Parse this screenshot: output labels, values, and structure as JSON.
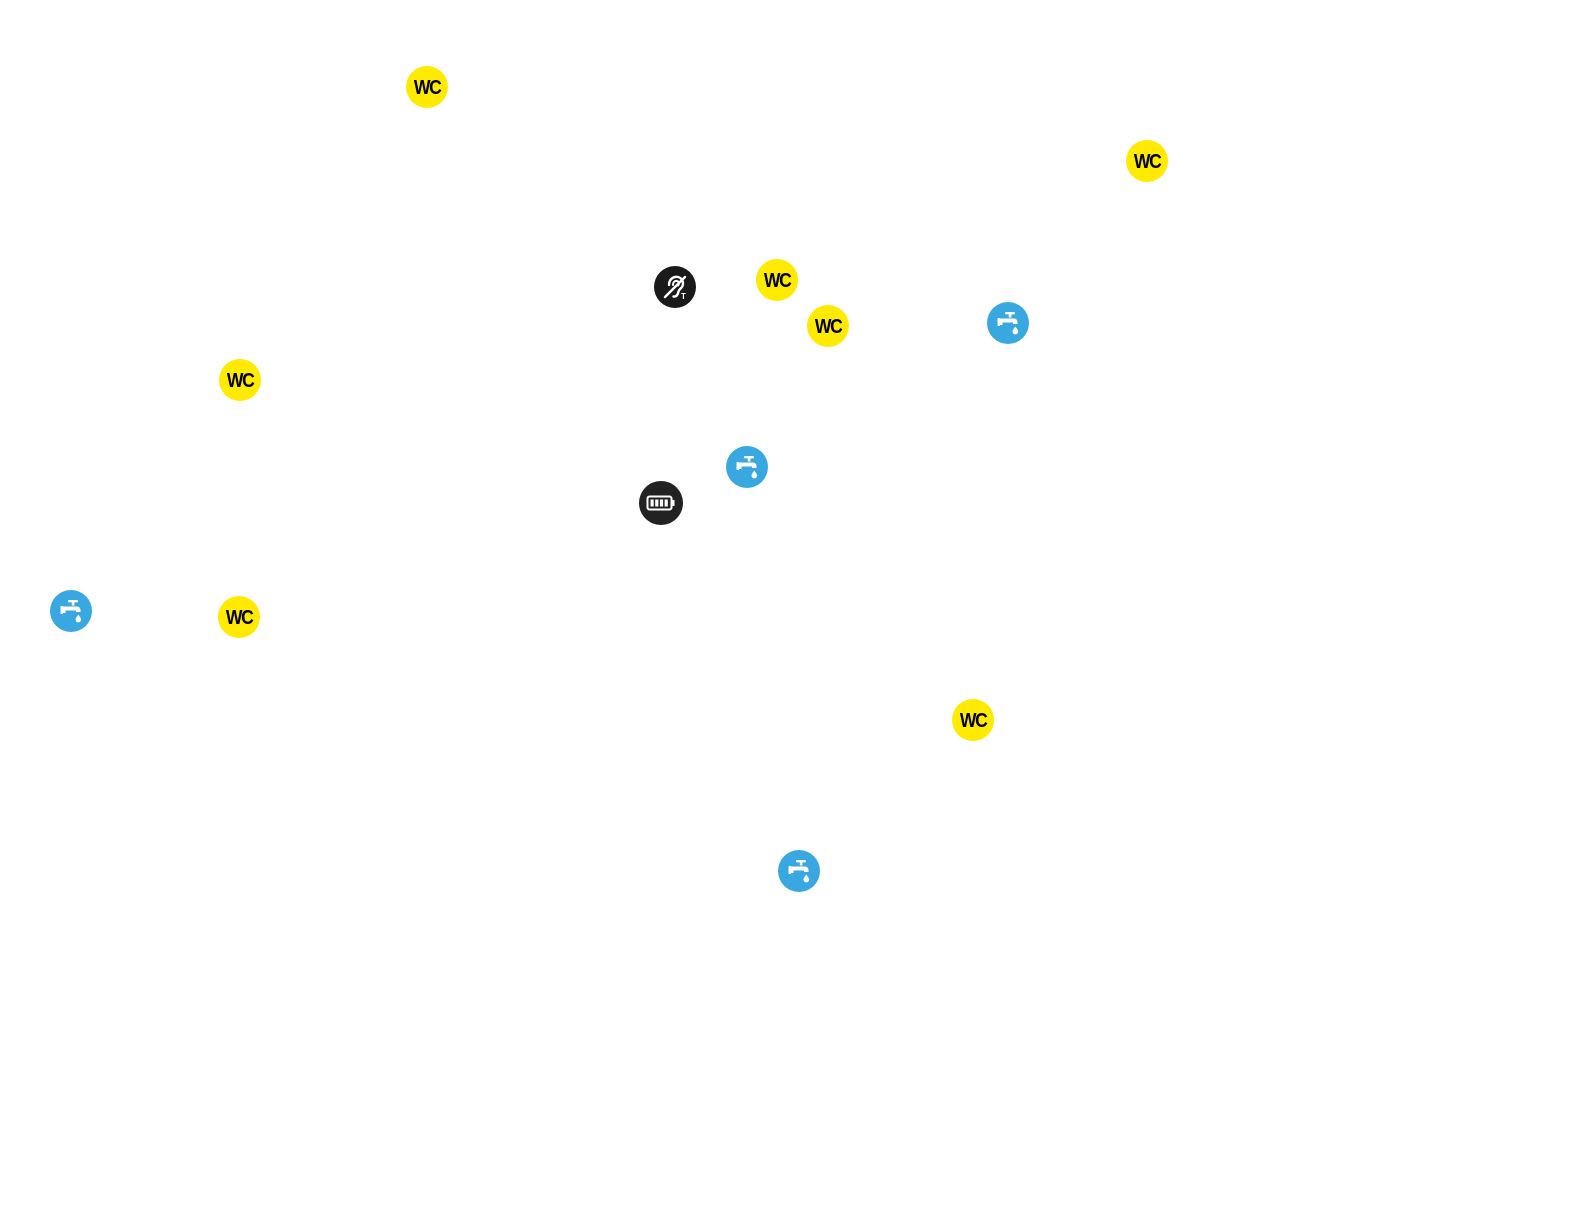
{
  "map": {
    "background": "#ffffff",
    "markers": [
      {
        "type": "wc",
        "icon": "wc-icon",
        "label": "WC"
      },
      {
        "type": "wc",
        "icon": "wc-icon",
        "label": "WC"
      },
      {
        "type": "wc",
        "icon": "wc-icon",
        "label": "WC"
      },
      {
        "type": "wc",
        "icon": "wc-icon",
        "label": "WC"
      },
      {
        "type": "wc",
        "icon": "wc-icon",
        "label": "WC"
      },
      {
        "type": "wc",
        "icon": "wc-icon",
        "label": "WC"
      },
      {
        "type": "wc",
        "icon": "wc-icon",
        "label": "WC"
      },
      {
        "type": "drinking-water",
        "icon": "water-tap-icon"
      },
      {
        "type": "drinking-water",
        "icon": "water-tap-icon"
      },
      {
        "type": "drinking-water",
        "icon": "water-tap-icon"
      },
      {
        "type": "drinking-water",
        "icon": "water-tap-icon"
      },
      {
        "type": "hearing-loop",
        "icon": "hearing-loop-icon"
      },
      {
        "type": "charging",
        "icon": "battery-charging-icon"
      }
    ]
  },
  "colors": {
    "wc_bg": "#ffea00",
    "wc_text": "#000000",
    "water_bg": "#3aa8e0",
    "water_fg": "#ffffff",
    "hearing_bg": "#1a1a1a",
    "charging_bg": "#222222",
    "icon_fg": "#ffffff"
  }
}
